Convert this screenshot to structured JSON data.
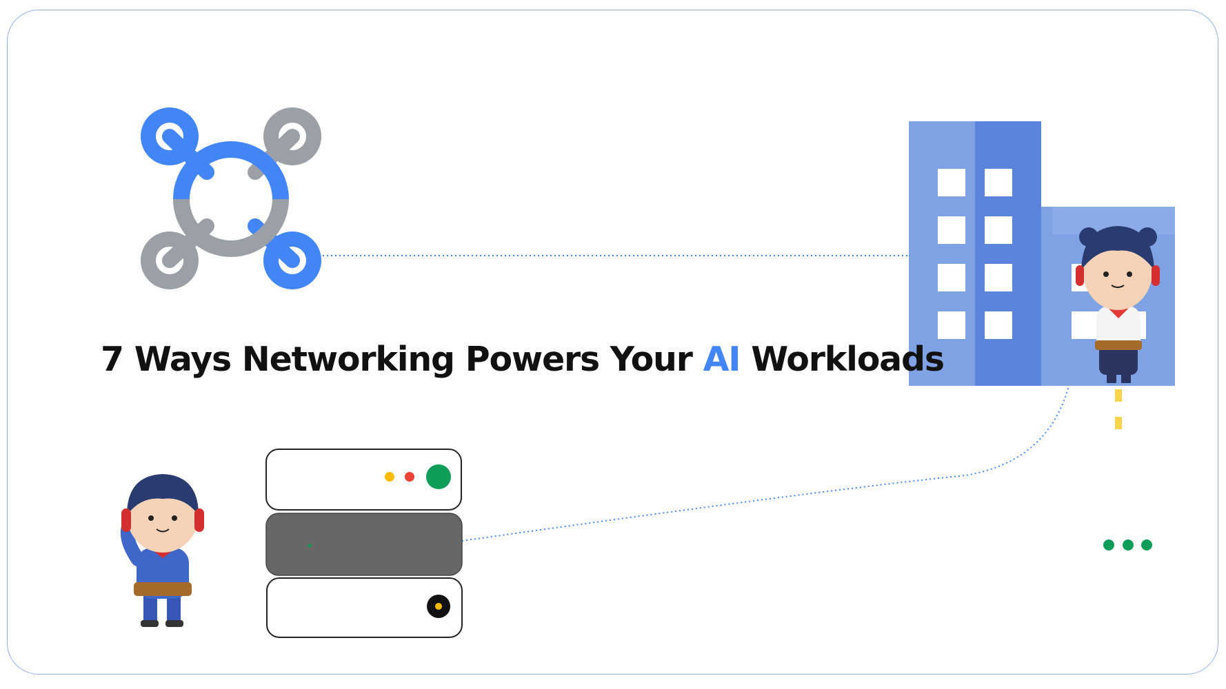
{
  "title": {
    "before": "7 Ways Networking Powers Your",
    "highlight": "AI",
    "after": "Workloads"
  },
  "colors": {
    "accent_blue": "#4285f4",
    "network_gray": "#9aa0a6",
    "building_light": "#7fa2e5",
    "building_dark": "#5b84dc",
    "status_green": "#0f9d58",
    "status_red": "#ea4335",
    "status_yellow": "#fbbc04",
    "card_border": "#8fb0e6"
  },
  "icons": {
    "network": "network-hub-icon",
    "building": "office-building-icon",
    "server": "server-rack-icon",
    "more": "more-dots-icon"
  }
}
